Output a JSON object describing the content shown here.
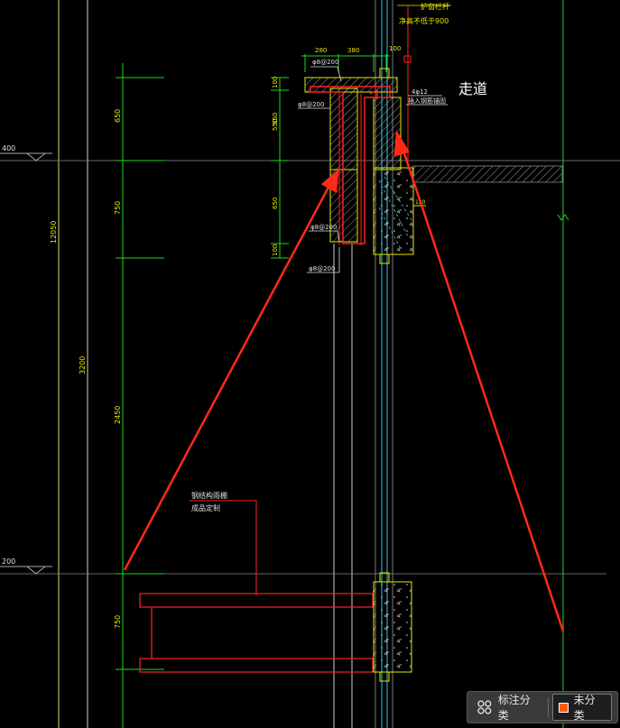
{
  "drawing": {
    "title_walkway": "走道",
    "label_railing": "护窗栏杆",
    "label_railing_height": "净高不低于900",
    "label_steel_canopy": "钢结构雨棚",
    "label_custom": "成品定制",
    "rebar_top": "φ8@200",
    "rebar_left": "φ8@200",
    "rebar_main": "4φ12",
    "rebar_note": "插入钢筋锚固",
    "rebar_mid": "φ8@200",
    "rebar_bottom": "φ8@200",
    "dim_top": [
      "280",
      "380",
      "100"
    ],
    "dim_left": [
      "100",
      "650",
      "550",
      "650",
      "100"
    ],
    "dim_vertical": [
      "650",
      "750",
      "3200",
      "2450",
      "750"
    ],
    "dim_total": "12050",
    "level_upper": "400",
    "level_lower": "200"
  },
  "colors": {
    "background": "#000000",
    "dim_green": "#1fd61f",
    "struct_red": "#ff2020",
    "annot_yellow": "#e8e800",
    "hatch_white": "#d0d0d0",
    "cyan_line": "#33c6e6",
    "arrow_red": "#ff2a1a"
  },
  "toolbar": {
    "classify_label": "标注分类",
    "unclassified_label": "未分类",
    "swatch_color": "#ff5a00"
  }
}
